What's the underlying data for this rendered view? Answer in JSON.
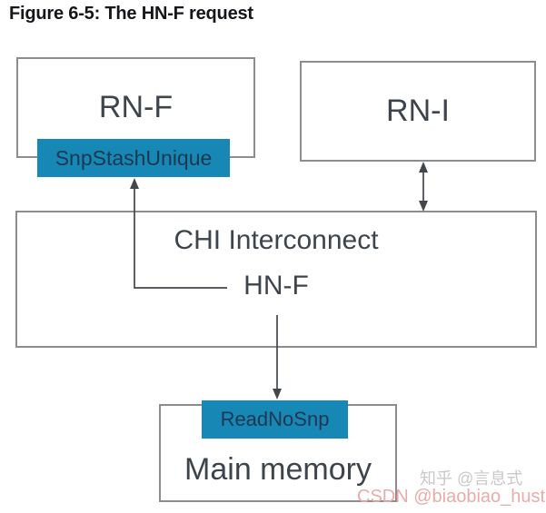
{
  "figure_title": "Figure 6-5: The HN-F request",
  "diagram": {
    "nodes": {
      "rnf": {
        "label": "RN-F"
      },
      "rni": {
        "label": "RN-I"
      },
      "chi": {
        "label": "CHI Interconnect"
      },
      "hnf": {
        "label": "HN-F"
      },
      "main_memory": {
        "label": "Main memory"
      }
    },
    "messages": {
      "snp_stash_unique": {
        "label": "SnpStashUnique"
      },
      "read_no_snp": {
        "label": "ReadNoSnp"
      }
    },
    "edges": [
      {
        "from": "HN-F",
        "to": "SnpStashUnique",
        "style": "elbow-arrow-up"
      },
      {
        "from": "RN-I",
        "to": "CHI Interconnect",
        "style": "double-headed-arrow"
      },
      {
        "from": "HN-F",
        "to": "ReadNoSnp",
        "style": "arrow-down"
      }
    ]
  },
  "watermarks": {
    "zhihu": "知乎 @言息式",
    "csdn": "CSDN @biaobiao_hust"
  },
  "colors": {
    "background": "#ffffff",
    "title_text": "#141619",
    "node_text": "#3d444b",
    "box_border": "#8d8d8d",
    "message_bg": "#1787b5",
    "message_text": "#1d3850",
    "arrow": "#43474c",
    "watermark_zhihu": "#c9c9c9",
    "watermark_csdn": "#eaabab"
  }
}
